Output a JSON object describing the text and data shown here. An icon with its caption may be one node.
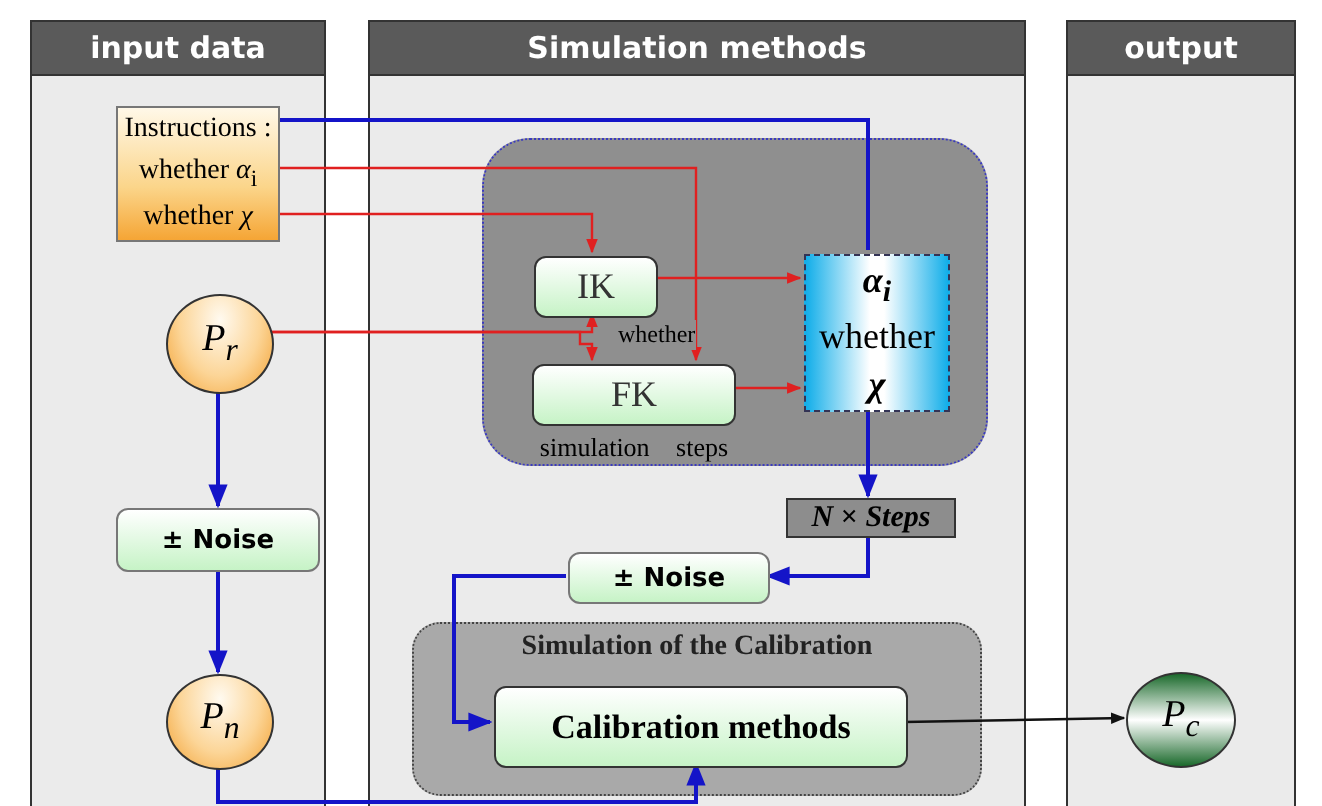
{
  "diagram": {
    "nodes": [
      {
        "text": [
          "input data"
        ]
      },
      {
        "text": [
          "Simulation methods"
        ]
      },
      {
        "text": [
          "output"
        ]
      },
      {
        "text": [
          "Instructions :",
          "whether *α*$_{i}$",
          "whether *χ*"
        ],
        "in": 0
      },
      {
        "text": [
          "P$_{r}$"
        ],
        "in": 0
      },
      {
        "text": [
          "± Noise"
        ],
        "in": 0
      },
      {
        "text": [
          "P$_{n}$"
        ],
        "in": 0
      },
      {
        "text": [],
        "shape": "box",
        "in": 1
      },
      {
        "text": [
          "IK"
        ],
        "in": 7,
        "beside": [
          "whether"
        ]
      },
      {
        "text": [
          "FK"
        ],
        "in": 7,
        "beside": [
          "simulation steps"
        ]
      },
      {
        "text": [
          "α$_{i}$",
          "whether",
          "χ"
        ],
        "in": 7
      },
      {
        "text": [
          "*N* × *Steps*"
        ],
        "in": 1
      },
      {
        "text": [
          "± Noise"
        ],
        "in": 1
      },
      {
        "text": [
          "Simulation of the Calibration"
        ],
        "in": 1
      },
      {
        "text": [
          "Calibration methods"
        ],
        "in": 13
      },
      {
        "text": [
          "P$_{c}$"
        ],
        "in": 2
      }
    ],
    "edges": [
      {
        "from": 3,
        "to": 10,
        "arrow": "none"
      },
      {
        "from": 3,
        "to": 9,
        "arrow": "to",
        "color": "#e02020"
      },
      {
        "from": 3,
        "to": 8,
        "arrow": "to",
        "color": "#e02020"
      },
      {
        "from": 4,
        "to": 8,
        "arrow": "to",
        "color": "#e02020"
      },
      {
        "from": 4,
        "to": 9,
        "arrow": "to",
        "color": "#e02020"
      },
      {
        "from": 8,
        "to": 10,
        "arrow": "to",
        "color": "#e02020"
      },
      {
        "from": 9,
        "to": 10,
        "arrow": "to",
        "color": "#e02020"
      },
      {
        "from": 10,
        "to": 11,
        "arrow": "to"
      },
      {
        "from": 11,
        "to": 12,
        "arrow": "to"
      },
      {
        "from": 12,
        "to": 14,
        "arrow": "to"
      },
      {
        "from": 4,
        "to": 5,
        "arrow": "to"
      },
      {
        "from": 5,
        "to": 6,
        "arrow": "to"
      },
      {
        "from": 6,
        "to": 14,
        "arrow": "to"
      },
      {
        "from": 14,
        "to": 15,
        "arrow": "to",
        "color": "#111111"
      }
    ]
  }
}
